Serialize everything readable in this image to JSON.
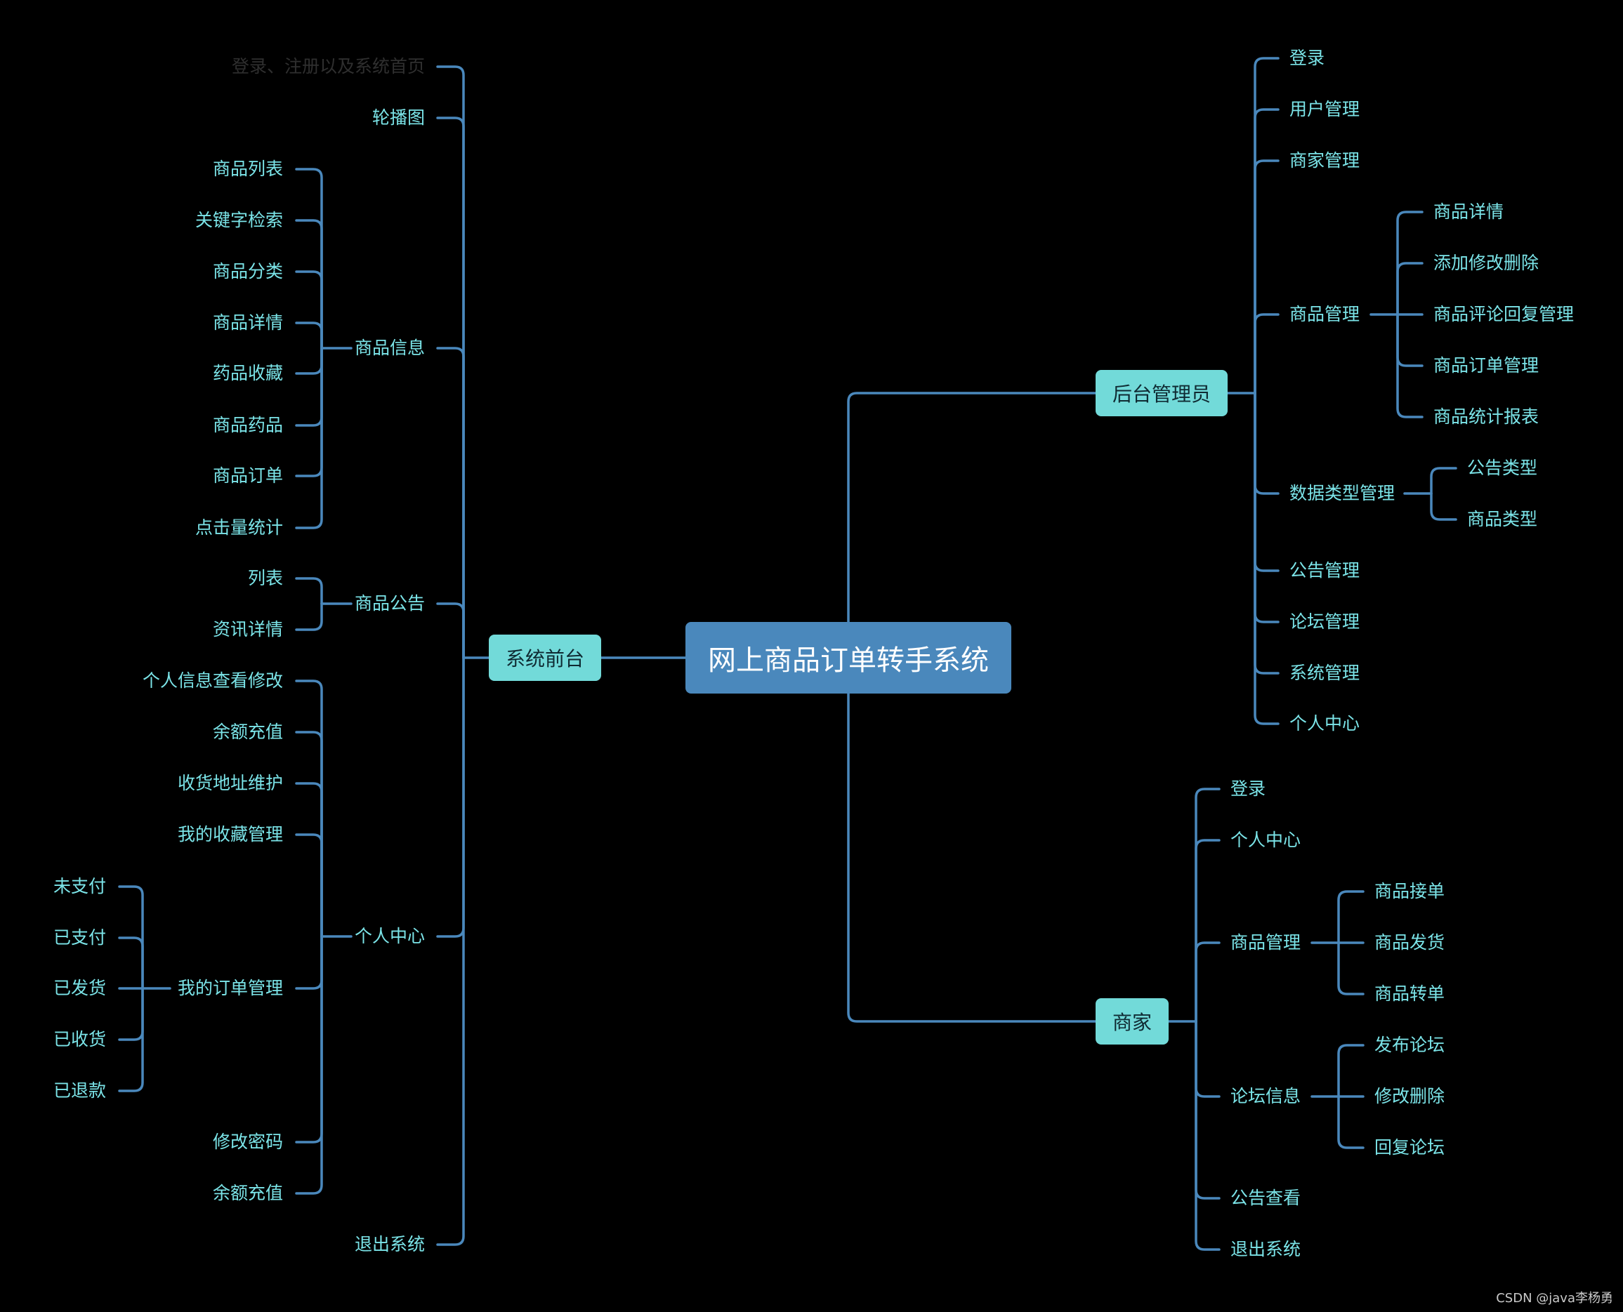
{
  "colors": {
    "background": "#000000",
    "line": "#4a88bc",
    "root": "#4a88bc",
    "branch": "#72dad9",
    "text": "#7be4e8",
    "dim_text": "#2f2f2f"
  },
  "root": "网上商品订单转手系统",
  "front": {
    "label": "系统前台",
    "items": [
      {
        "label": "登录、注册以及系统首页"
      },
      {
        "label": "轮播图"
      },
      {
        "label": "商品信息",
        "children": [
          {
            "label": "商品列表"
          },
          {
            "label": "关键字检索"
          },
          {
            "label": "商品分类"
          },
          {
            "label": "商品详情"
          },
          {
            "label": "药品收藏"
          },
          {
            "label": "商品药品"
          },
          {
            "label": "商品订单"
          },
          {
            "label": "点击量统计"
          }
        ]
      },
      {
        "label": "商品公告",
        "children": [
          {
            "label": "列表"
          },
          {
            "label": "资讯详情"
          }
        ]
      },
      {
        "label": "个人中心",
        "children": [
          {
            "label": "个人信息查看修改"
          },
          {
            "label": "余额充值"
          },
          {
            "label": "收货地址维护"
          },
          {
            "label": "我的收藏管理"
          },
          {
            "label": "我的订单管理",
            "children": [
              {
                "label": "未支付"
              },
              {
                "label": "已支付"
              },
              {
                "label": "已发货"
              },
              {
                "label": "已收货"
              },
              {
                "label": "已退款"
              }
            ]
          },
          {
            "label": "修改密码"
          },
          {
            "label": "余额充值"
          }
        ]
      },
      {
        "label": "退出系统"
      }
    ]
  },
  "admin": {
    "label": "后台管理员",
    "items": [
      {
        "label": "登录"
      },
      {
        "label": "用户管理"
      },
      {
        "label": "商家管理"
      },
      {
        "label": "商品管理",
        "children": [
          {
            "label": "商品详情"
          },
          {
            "label": "添加修改删除"
          },
          {
            "label": "商品评论回复管理"
          },
          {
            "label": "商品订单管理"
          },
          {
            "label": "商品统计报表"
          }
        ]
      },
      {
        "label": "数据类型管理",
        "children": [
          {
            "label": "公告类型"
          },
          {
            "label": "商品类型"
          }
        ]
      },
      {
        "label": "公告管理"
      },
      {
        "label": "论坛管理"
      },
      {
        "label": "系统管理"
      },
      {
        "label": "个人中心"
      }
    ]
  },
  "merchant": {
    "label": "商家",
    "items": [
      {
        "label": "登录"
      },
      {
        "label": "个人中心"
      },
      {
        "label": "商品管理",
        "children": [
          {
            "label": "商品接单"
          },
          {
            "label": "商品发货"
          },
          {
            "label": "商品转单"
          }
        ]
      },
      {
        "label": "论坛信息",
        "children": [
          {
            "label": "发布论坛"
          },
          {
            "label": "修改删除"
          },
          {
            "label": "回复论坛"
          }
        ]
      },
      {
        "label": "公告查看"
      },
      {
        "label": "退出系统"
      }
    ]
  },
  "credit": "CSDN @java李杨勇"
}
